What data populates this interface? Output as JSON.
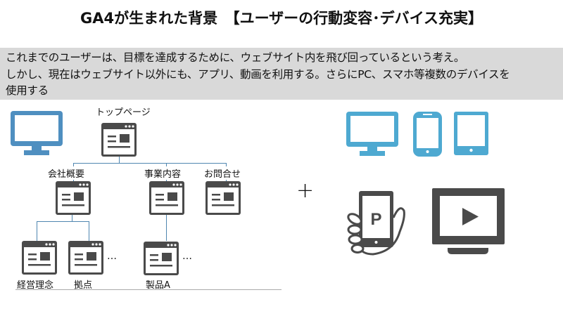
{
  "title": "GA4が生まれた背景　【ユーザーの行動変容･デバイス充実】",
  "description": {
    "lines": [
      "これまでのユーザーは、目標を達成するために、ウェブサイト内を飛び回っているという考え。",
      "しかし、現在はウェブサイト以外にも、アプリ、動画を利用する。さらにPC、スマホ等複数のデバイスを",
      "使用する"
    ]
  },
  "site_tree": {
    "top": "トップページ",
    "level1": [
      "会社概要",
      "事業内容",
      "お問合せ"
    ],
    "level2": [
      "経営理念",
      "拠点",
      "製品A"
    ],
    "ellipsis": "…"
  },
  "plus": "+",
  "app_icon_letter": "P",
  "colors": {
    "pc_blue": "#4f8fc0",
    "device_blue": "#4ea9d1",
    "dark": "#4a4a4a",
    "band": "#d9d9d9"
  }
}
